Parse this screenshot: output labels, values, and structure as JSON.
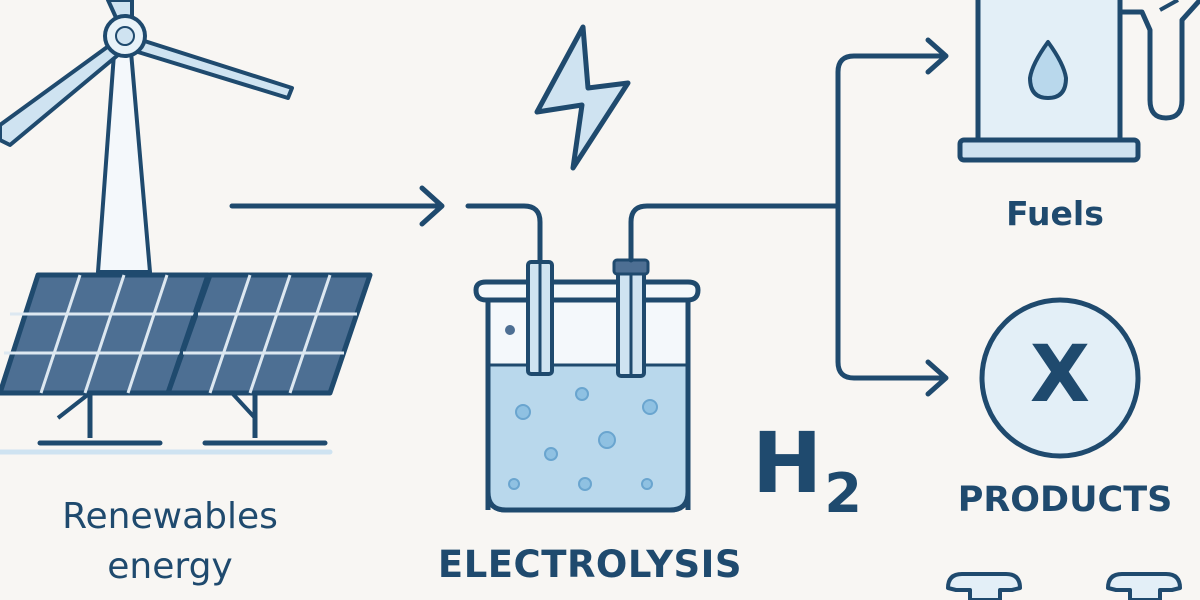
{
  "labels": {
    "renewables_line1": "Renewables",
    "renewables_line2": "energy",
    "electrolysis": "ELECTROLYSIS",
    "h2_main": "H",
    "h2_sub": "2",
    "fuels": "Fuels",
    "products": "PRODUCTS",
    "products_symbol": "X"
  },
  "colors": {
    "background": "#f8f6f3",
    "stroke": "#1f4a6e",
    "panel": "#4d6f93",
    "light_blue": "#cfe3f1",
    "water": "#b9d8ec",
    "bubble": "#8fc1e2"
  },
  "icons": [
    "wind-turbine-icon",
    "solar-panel-icon",
    "lightning-bolt-icon",
    "beaker-icon",
    "fuel-pump-icon",
    "droplet-icon",
    "products-circle-icon"
  ]
}
